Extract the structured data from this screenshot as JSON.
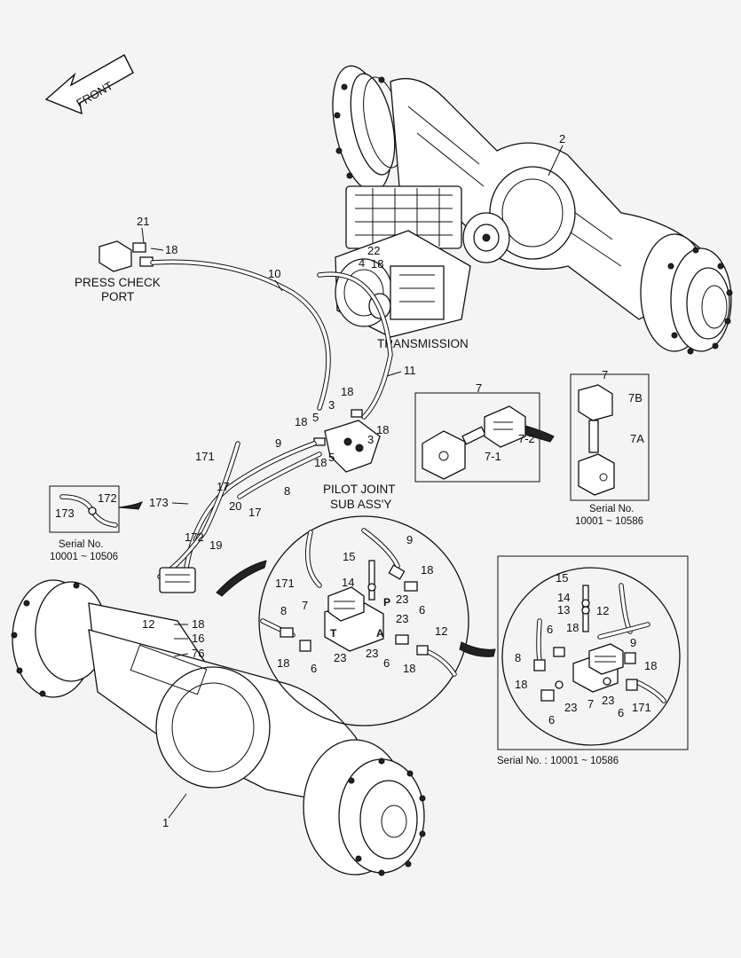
{
  "orientation": {
    "front_label": "FRONT"
  },
  "captions": {
    "press_check_1": "PRESS CHECK",
    "press_check_2": "PORT",
    "transmission": "TRANSMISSION",
    "pilot_joint_1": "PILOT JOINT",
    "pilot_joint_2": "SUB ASS'Y"
  },
  "serial_notes": {
    "left_title": "Serial No.",
    "left_range": "10001 ~ 10506",
    "right_title": "Serial No.",
    "right_range": "10001 ~ 10586",
    "detail_full": "Serial No. : 10001 ~ 10586"
  },
  "port_letters": {
    "p": "P",
    "t": "T",
    "a": "A"
  },
  "part_numbers": {
    "front_axle": "1",
    "rear_axle": "2",
    "hose_10": "10",
    "hose_11": "11",
    "hose_9": "9",
    "hose_8": "8",
    "hose_12": "12",
    "valve_7": "7",
    "valve_7_1": "7-1",
    "valve_7_2": "7-2",
    "valve_7a": "7A",
    "valve_7b": "7B",
    "fit_3": "3",
    "fit_4": "4",
    "fit_5": "5",
    "fit_6": "6",
    "fit_13": "13",
    "fit_14": "14",
    "fit_15": "15",
    "fit_16": "16",
    "fit_17": "17",
    "fit_18": "18",
    "fit_19": "19",
    "fit_20": "20",
    "fit_21": "21",
    "fit_22": "22",
    "fit_23": "23",
    "fit_76": "76",
    "fit_171": "171",
    "fit_172": "172",
    "fit_173": "173"
  }
}
